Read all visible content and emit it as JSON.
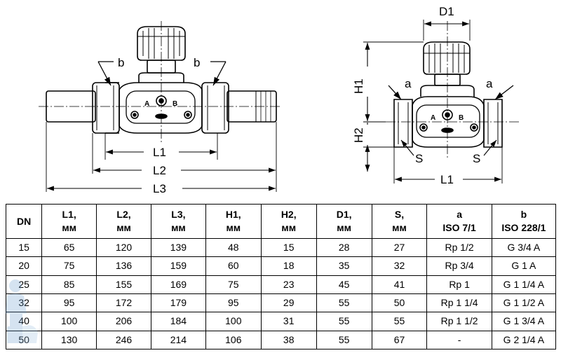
{
  "drawing": {
    "front_view": {
      "dimension_labels": [
        "L1",
        "L2",
        "L3"
      ],
      "thread_label_left": "b",
      "thread_label_right": "b",
      "port_label_a": "A",
      "port_label_b": "B"
    },
    "side_view": {
      "dimension_labels": {
        "d1": "D1",
        "h1": "H1",
        "h2": "H2",
        "l1": "L1"
      },
      "thread_label_left": "a",
      "thread_label_right": "a",
      "wrench_label_left": "S",
      "wrench_label_right": "S",
      "port_label_a": "A",
      "port_label_b": "B"
    }
  },
  "table": {
    "headers": [
      [
        "DN"
      ],
      [
        "L1,",
        "мм"
      ],
      [
        "L2,",
        "мм"
      ],
      [
        "L3,",
        "мм"
      ],
      [
        "H1,",
        "мм"
      ],
      [
        "H2,",
        "мм"
      ],
      [
        "D1,",
        "мм"
      ],
      [
        "S,",
        "мм"
      ],
      [
        "a",
        "ISO 7/1"
      ],
      [
        "b",
        "ISO 228/1"
      ]
    ],
    "rows": [
      [
        "15",
        "65",
        "120",
        "139",
        "48",
        "15",
        "28",
        "27",
        "Rp 1/2",
        "G 3/4 A"
      ],
      [
        "20",
        "75",
        "136",
        "159",
        "60",
        "18",
        "35",
        "32",
        "Rp 3/4",
        "G 1 A"
      ],
      [
        "25",
        "85",
        "155",
        "169",
        "75",
        "23",
        "45",
        "41",
        "Rp 1",
        "G 1 1/4 A"
      ],
      [
        "32",
        "95",
        "172",
        "179",
        "95",
        "29",
        "55",
        "50",
        "Rp 1 1/4",
        "G 1 1/2 A"
      ],
      [
        "40",
        "100",
        "206",
        "184",
        "100",
        "31",
        "55",
        "55",
        "Rp 1 1/2",
        "G 1 3/4 A"
      ],
      [
        "50",
        "130",
        "246",
        "214",
        "106",
        "38",
        "55",
        "67",
        "-",
        "G 2 1/4 A"
      ]
    ]
  }
}
